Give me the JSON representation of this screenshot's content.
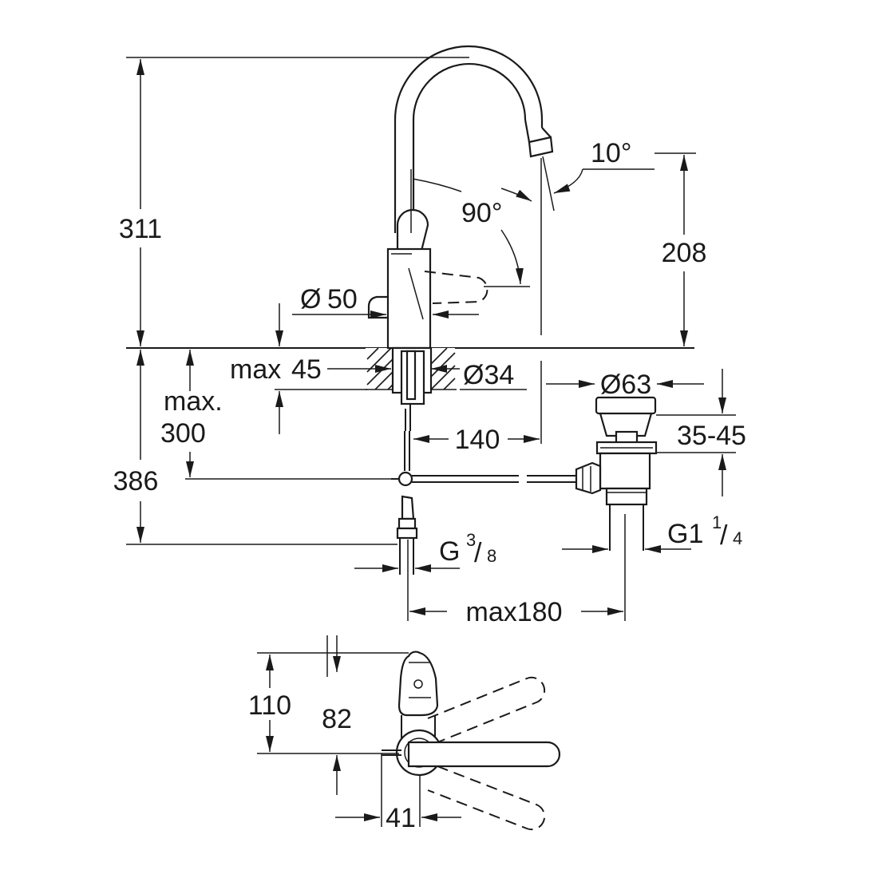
{
  "dimensions": {
    "total_height": "311",
    "spout_height": "208",
    "spout_angle_tip": "10°",
    "spout_rotation": "90°",
    "body_diameter_prefix": "Ø",
    "body_diameter_value": "50",
    "max_deck_prefix": "max",
    "max_deck_value": "45",
    "hole_diameter": "Ø34",
    "max_label_line1": "max.",
    "max_label_line2": "300",
    "reach_140": "140",
    "waste_diameter": "Ø63",
    "waste_range": "35-45",
    "below_deck_386": "386",
    "thread_g_prefix": "G",
    "thread_g_num": "3",
    "thread_g_den": "8",
    "thread_g1_prefix": "G1",
    "thread_g1_num": "1",
    "thread_g1_den": "4",
    "max180": "max180",
    "plan_110": "110",
    "plan_82": "82",
    "plan_41": "41"
  }
}
